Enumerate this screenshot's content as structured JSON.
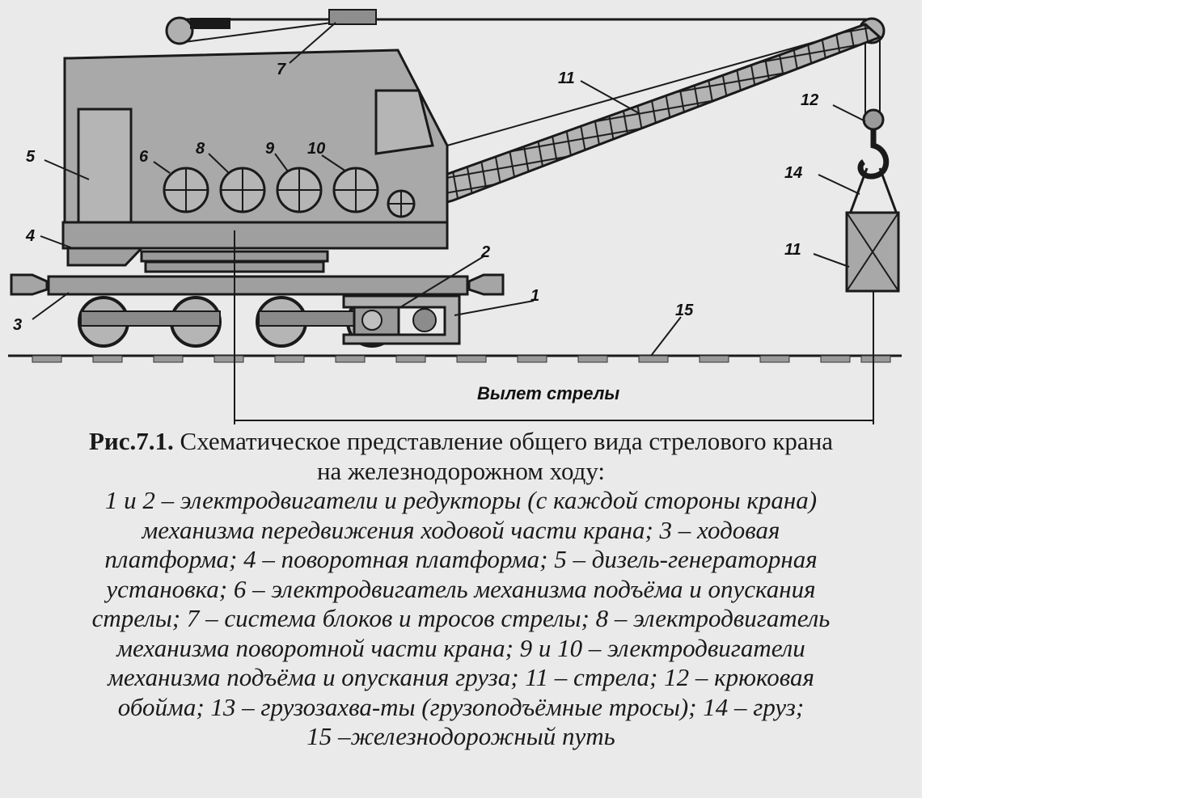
{
  "diagram": {
    "callouts": [
      "1",
      "2",
      "3",
      "4",
      "5",
      "6",
      "7",
      "8",
      "9",
      "10",
      "11",
      "11",
      "12",
      "14",
      "15"
    ],
    "dimension_label": "Вылет стрелы"
  },
  "caption": {
    "label": "Рис.7.1.",
    "title_line1": "Схематическое представление общего вида стрелового крана",
    "title_line2": "на железнодорожном ходу:",
    "body_lines": [
      "1 и 2 – электродвигатели и редукторы (с каждой стороны крана)",
      "механизма передвижения ходовой части крана; 3 – ходовая",
      "платформа; 4 – поворотная платформа; 5 – дизель-генераторная",
      "установка; 6 – электродвигатель механизма подъёма и опускания",
      "стрелы; 7 – система блоков и тросов стрелы; 8 – электродвигатель",
      "механизма поворотной части крана; 9 и 10 – электродвигатели",
      "механизма подъёма и опускания груза; 11 – стрела; 12 – крюковая",
      "обойма; 13 – грузозахва-ты (грузоподъёмные тросы); 14 – груз;",
      "15 –железнодорожный путь"
    ]
  },
  "colors": {
    "paper": "#eaeaea",
    "body_fill": "#a9a9a9",
    "ink": "#1a1a1a"
  }
}
